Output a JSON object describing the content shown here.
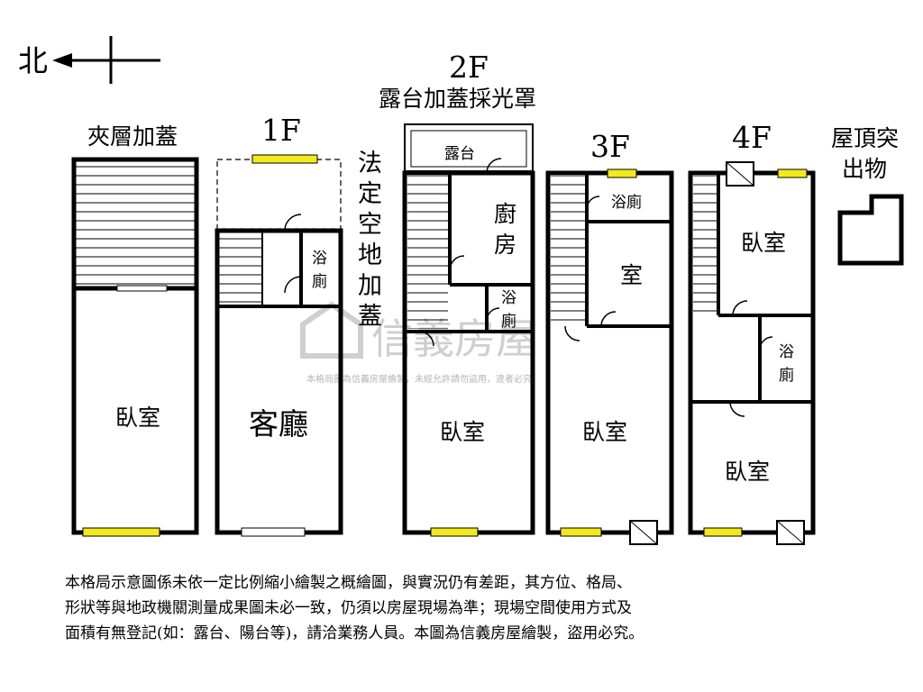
{
  "compass": {
    "north_label": "北"
  },
  "mezzanine": {
    "title": "夾層加蓋",
    "room": "臥室"
  },
  "floor1": {
    "title": "1F",
    "side_note": [
      "法",
      "定",
      "空",
      "地",
      "加",
      "蓋"
    ],
    "rooms": {
      "living": "客廳",
      "bath": [
        "浴",
        "廁"
      ]
    }
  },
  "floor2": {
    "title": "2F",
    "subtitle": "露台加蓋採光罩",
    "rooms": {
      "terrace": "露台",
      "kitchen": [
        "廚",
        "房"
      ],
      "bath": [
        "浴",
        "廁"
      ],
      "bedroom": "臥室"
    }
  },
  "floor3": {
    "title": "3F",
    "rooms": {
      "bath": "浴廁",
      "room": "室",
      "bedroom": "臥室"
    }
  },
  "floor4": {
    "title": "4F",
    "rooms": {
      "bedroom_top": "臥室",
      "bath": [
        "浴",
        "廁"
      ],
      "bedroom_bottom": "臥室"
    }
  },
  "roof": {
    "title": [
      "屋頂突",
      "出物"
    ]
  },
  "watermark": {
    "brand": "信義房屋",
    "note": "本格局圖為信義房屋繪製，未經允許請勿盜用，違者必究"
  },
  "disclaimer": [
    "本格局示意圖係未依一定比例縮小繪製之概繪圖，與實況仍有差距，其方位、格局、",
    "形狀等與地政機關測量成果圖未必一致，仍須以房屋現場為準；現場空間使用方式及",
    "面積有無登記(如：露台、陽台等)，請洽業務人員。本圖為信義房屋繪製，盜用必究。"
  ],
  "colors": {
    "wall": "#000000",
    "window": "#f2ea1c",
    "watermark": "#cfcfcf"
  }
}
